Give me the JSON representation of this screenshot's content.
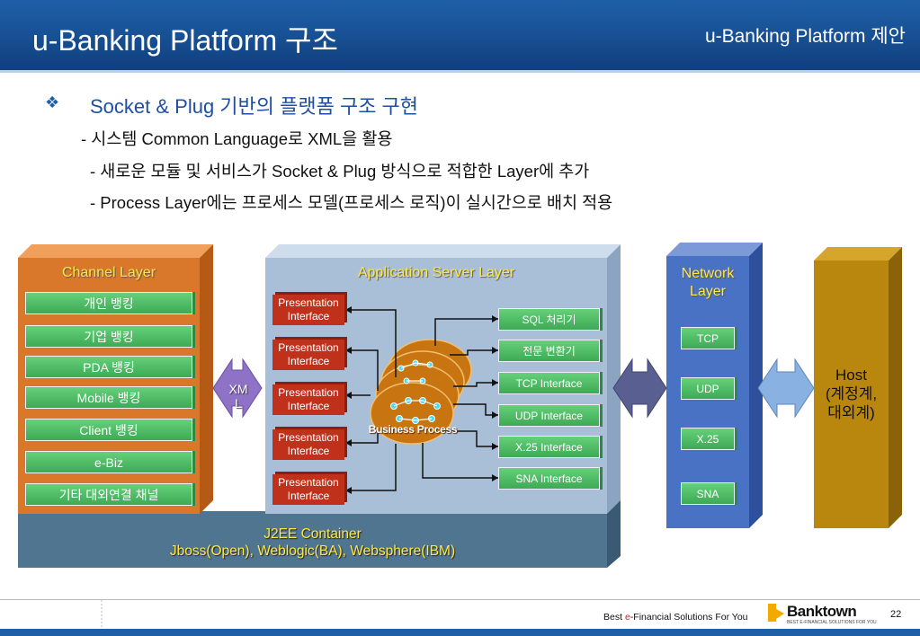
{
  "header": {
    "title": "u-Banking Platform 구조",
    "subtitle": "u-Banking Platform 제안"
  },
  "content": {
    "bullet_icon": "diamond-flower-bullet",
    "heading": "Socket & Plug 기반의 플랫폼 구조 구현",
    "lines": [
      "- 시스템 Common Language로 XML을 활용",
      "- 새로운 모듈 및 서비스가 Socket & Plug 방식으로 적합한 Layer에 추가",
      "- Process Layer에는 프로세스 모델(프로세스 로직)이 실시간으로 배치 적용"
    ]
  },
  "diagram": {
    "channel_layer": {
      "title": "Channel Layer",
      "items": [
        "개인 뱅킹",
        "기업 뱅킹",
        "PDA 뱅킹",
        "Mobile 뱅킹",
        "Client 뱅킹",
        "e-Biz",
        "기타 대외연결 채널"
      ]
    },
    "xml_arrow": {
      "label_line1": "XM",
      "label_line2": "L"
    },
    "app_layer": {
      "title": "Application Server Layer",
      "presentation": [
        {
          "line1": "Presentation",
          "line2": "Interface"
        },
        {
          "line1": "Presentation",
          "line2": "Interface"
        },
        {
          "line1": "Presentation",
          "line2": "Interface"
        },
        {
          "line1": "Presentation",
          "line2": "Interface"
        },
        {
          "line1": "Presentation",
          "line2": "Interface"
        }
      ],
      "business_process": "Business Process",
      "interfaces": [
        "SQL 처리기",
        "전문 변환기",
        "TCP Interface",
        "UDP Interface",
        "X.25 Interface",
        "SNA Interface"
      ]
    },
    "network_layer": {
      "title_line1": "Network",
      "title_line2": "Layer",
      "items": [
        "TCP",
        "UDP",
        "X.25",
        "SNA"
      ]
    },
    "host": {
      "line1": "Host",
      "line2": "(계정계,",
      "line3": "대외계)"
    },
    "container": {
      "line1": "J2EE Container",
      "line2": "Jboss(Open), Weblogic(BA), Websphere(IBM)"
    },
    "colors": {
      "channel": "#d9772a",
      "app": "#a9bfd8",
      "network": "#4a72c4",
      "host": "#b9870d",
      "container": "#4c6f8a",
      "green": "#3daa55",
      "presentation": "#c0311c",
      "process": "#c87410"
    }
  },
  "footer": {
    "tagline_pre": "Best ",
    "tagline_e": "e",
    "tagline_post": "-Financial Solutions For You",
    "logo_text": "Banktown",
    "logo_tag": "BEST E-FINANCIAL SOLUTIONS FOR YOU",
    "page_number": "22"
  }
}
